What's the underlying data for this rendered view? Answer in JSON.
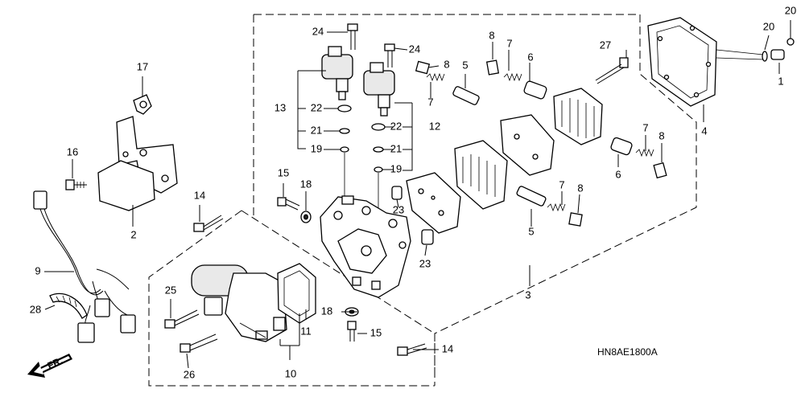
{
  "diagram": {
    "code": "HN8AE1800A",
    "direction": "FR.",
    "callouts": [
      {
        "id": "c1",
        "text": "1"
      },
      {
        "id": "c2",
        "text": "2"
      },
      {
        "id": "c3",
        "text": "3"
      },
      {
        "id": "c4",
        "text": "4"
      },
      {
        "id": "c5a",
        "text": "5"
      },
      {
        "id": "c5b",
        "text": "5"
      },
      {
        "id": "c6a",
        "text": "6"
      },
      {
        "id": "c6b",
        "text": "6"
      },
      {
        "id": "c7a",
        "text": "7"
      },
      {
        "id": "c7b",
        "text": "7"
      },
      {
        "id": "c7c",
        "text": "7"
      },
      {
        "id": "c7d",
        "text": "7"
      },
      {
        "id": "c8a",
        "text": "8"
      },
      {
        "id": "c8b",
        "text": "8"
      },
      {
        "id": "c8c",
        "text": "8"
      },
      {
        "id": "c8d",
        "text": "8"
      },
      {
        "id": "c9",
        "text": "9"
      },
      {
        "id": "c10",
        "text": "10"
      },
      {
        "id": "c11",
        "text": "11"
      },
      {
        "id": "c12",
        "text": "12"
      },
      {
        "id": "c13",
        "text": "13"
      },
      {
        "id": "c14a",
        "text": "14"
      },
      {
        "id": "c14b",
        "text": "14"
      },
      {
        "id": "c15a",
        "text": "15"
      },
      {
        "id": "c15b",
        "text": "15"
      },
      {
        "id": "c16",
        "text": "16"
      },
      {
        "id": "c17",
        "text": "17"
      },
      {
        "id": "c18a",
        "text": "18"
      },
      {
        "id": "c18b",
        "text": "18"
      },
      {
        "id": "c19a",
        "text": "19"
      },
      {
        "id": "c19b",
        "text": "19"
      },
      {
        "id": "c20a",
        "text": "20"
      },
      {
        "id": "c20b",
        "text": "20"
      },
      {
        "id": "c21a",
        "text": "21"
      },
      {
        "id": "c21b",
        "text": "21"
      },
      {
        "id": "c22a",
        "text": "22"
      },
      {
        "id": "c22b",
        "text": "22"
      },
      {
        "id": "c23a",
        "text": "23"
      },
      {
        "id": "c23b",
        "text": "23"
      },
      {
        "id": "c24a",
        "text": "24"
      },
      {
        "id": "c24b",
        "text": "24"
      },
      {
        "id": "c25",
        "text": "25"
      },
      {
        "id": "c26",
        "text": "26"
      },
      {
        "id": "c27",
        "text": "27"
      },
      {
        "id": "c28",
        "text": "28"
      }
    ]
  }
}
